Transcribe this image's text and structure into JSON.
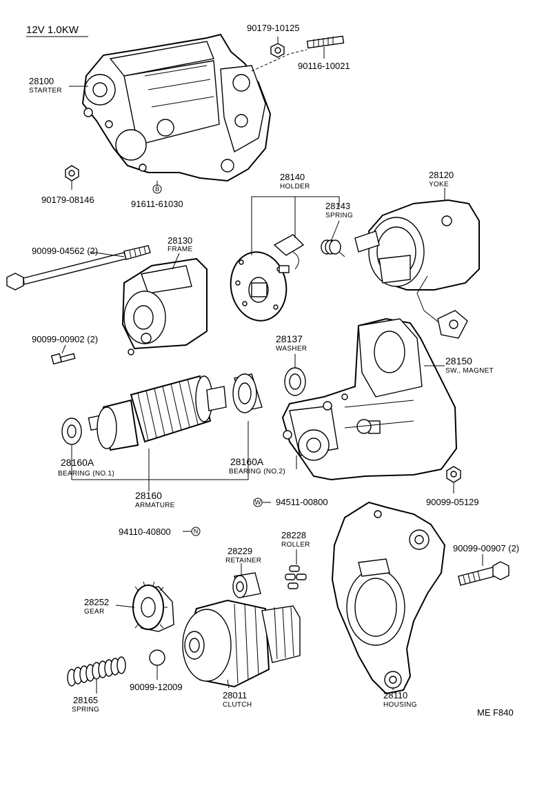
{
  "title": "12V 1.0KW",
  "diagram_code": "ME F840",
  "parts": [
    {
      "number": "28100",
      "name": "STARTER"
    },
    {
      "number": "90179-10125",
      "name": ""
    },
    {
      "number": "90116-10021",
      "name": ""
    },
    {
      "number": "90179-08146",
      "name": ""
    },
    {
      "number": "91611-61030",
      "name": "",
      "symbol": "B"
    },
    {
      "number": "28140",
      "name": "HOLDER"
    },
    {
      "number": "28143",
      "name": "SPRING"
    },
    {
      "number": "28120",
      "name": "YOKE"
    },
    {
      "number": "90099-04562 (2)",
      "name": ""
    },
    {
      "number": "28130",
      "name": "FRAME"
    },
    {
      "number": "90099-00902 (2)",
      "name": ""
    },
    {
      "number": "28137",
      "name": "WASHER"
    },
    {
      "number": "28150",
      "name": "SW., MAGNET"
    },
    {
      "number": "28160A",
      "name": "BEARING (NO.1)"
    },
    {
      "number": "28160A",
      "name": "BEARING (NO.2)"
    },
    {
      "number": "28160",
      "name": "ARMATURE"
    },
    {
      "number": "90099-05129",
      "name": ""
    },
    {
      "number": "94511-00800",
      "name": "",
      "symbol": "W"
    },
    {
      "number": "94110-40800",
      "name": "",
      "symbol": "N"
    },
    {
      "number": "28229",
      "name": "RETAINER"
    },
    {
      "number": "28228",
      "name": "ROLLER"
    },
    {
      "number": "90099-00907 (2)",
      "name": ""
    },
    {
      "number": "28252",
      "name": "GEAR"
    },
    {
      "number": "28165",
      "name": "SPRING"
    },
    {
      "number": "90099-12009",
      "name": ""
    },
    {
      "number": "28011",
      "name": "CLUTCH"
    },
    {
      "number": "28110",
      "name": "HOUSING"
    }
  ]
}
